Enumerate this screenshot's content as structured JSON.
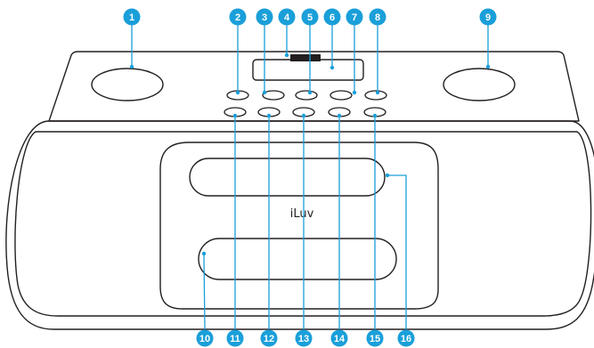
{
  "brand_label": "iLuv",
  "accent_color": "#1a9fd9",
  "outline_color": "#231f20",
  "callouts": {
    "c1": "1",
    "c2": "2",
    "c3": "3",
    "c4": "4",
    "c5": "5",
    "c6": "6",
    "c7": "7",
    "c8": "8",
    "c9": "9",
    "c10": "10",
    "c11": "11",
    "c12": "12",
    "c13": "13",
    "c14": "14",
    "c15": "15",
    "c16": "16"
  }
}
